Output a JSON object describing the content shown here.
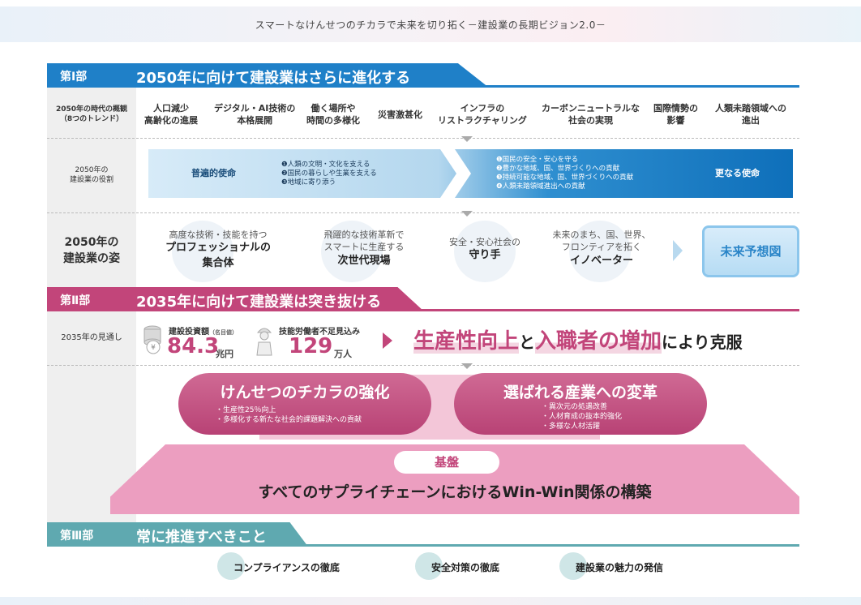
{
  "header": {
    "title": "スマートなけんせつのチカラで未来を切り拓く－建設業の長期ビジョン2.0－"
  },
  "part1": {
    "label": "第Ⅰ部",
    "title": "2050年に向けて建設業はさらに進化する",
    "color": "#1f80c8",
    "trends_label": "2050年の時代の概観\n（8つのトレンド）",
    "trends": [
      "人口減少\n高齢化の進展",
      "デジタル・AI技術の\n本格展開",
      "働く場所や\n時間の多様化",
      "災害激甚化",
      "インフラの\nリストラクチャリング",
      "カーボンニュートラルな\n社会の実現",
      "国際情勢の\n影響",
      "人類未踏領域への\n進出"
    ],
    "role_label": "2050年の\n建設業の役割",
    "mission_universal": "普遍的使命",
    "mission_universal_items": [
      "❶人類の文明・文化を支える",
      "❷国民の暮らしや生業を支える",
      "❸地域に寄り添う"
    ],
    "mission_further": "更なる使命",
    "mission_further_items": [
      "❶国民の安全・安心を守る",
      "❷豊かな地域、国、世界づくりへの貢献",
      "❸持続可能な地域、国、世界づくりへの貢献",
      "❹人類未踏領域進出への貢献"
    ],
    "figure_label": "2050年の\n建設業の姿",
    "figures": [
      {
        "sub": "高度な技術・技能を持つ",
        "main": "プロフェッショナルの\n集合体"
      },
      {
        "sub": "飛躍的な技術革新で\nスマートに生産する",
        "main": "次世代現場"
      },
      {
        "sub": "安全・安心社会の",
        "main": "守り手"
      },
      {
        "sub": "未来のまち、国、世界、\nフロンティアを拓く",
        "main": "イノベーター"
      }
    ],
    "future_button": "未来予想図"
  },
  "part2": {
    "label": "第Ⅱ部",
    "title": "2035年に向けて建設業は突き抜ける",
    "color": "#c2457a",
    "outlook_label": "2035年の見通し",
    "investment_label": "建設投資額",
    "investment_note": "（名目値）",
    "investment_value": "84.3",
    "investment_unit": "兆円",
    "labor_label": "技能労働者不足見込み",
    "labor_value": "129",
    "labor_unit": "万人",
    "headline_a": "生産性向上",
    "headline_b": "と",
    "headline_c": "入職者の増加",
    "headline_d": "により克服",
    "pill1_title": "けんせつのチカラの強化",
    "pill1_items": [
      "・生産性25％向上",
      "・多様化する新たな社会的課題解決への貢献"
    ],
    "pill2_title": "選ばれる産業への変革",
    "pill2_items": [
      "・異次元の処遇改善",
      "・人材育成の抜本的強化",
      "・多様な人材活躍"
    ],
    "base_label": "基盤",
    "base_text": "すべてのサプライチェーンにおけるWin-Win関係の構築"
  },
  "part3": {
    "label": "第Ⅲ部",
    "title": "常に推進すべきこと",
    "color": "#5fa9b0",
    "items": [
      "コンプライアンスの徹底",
      "安全対策の徹底",
      "建設業の魅力の発信"
    ]
  }
}
